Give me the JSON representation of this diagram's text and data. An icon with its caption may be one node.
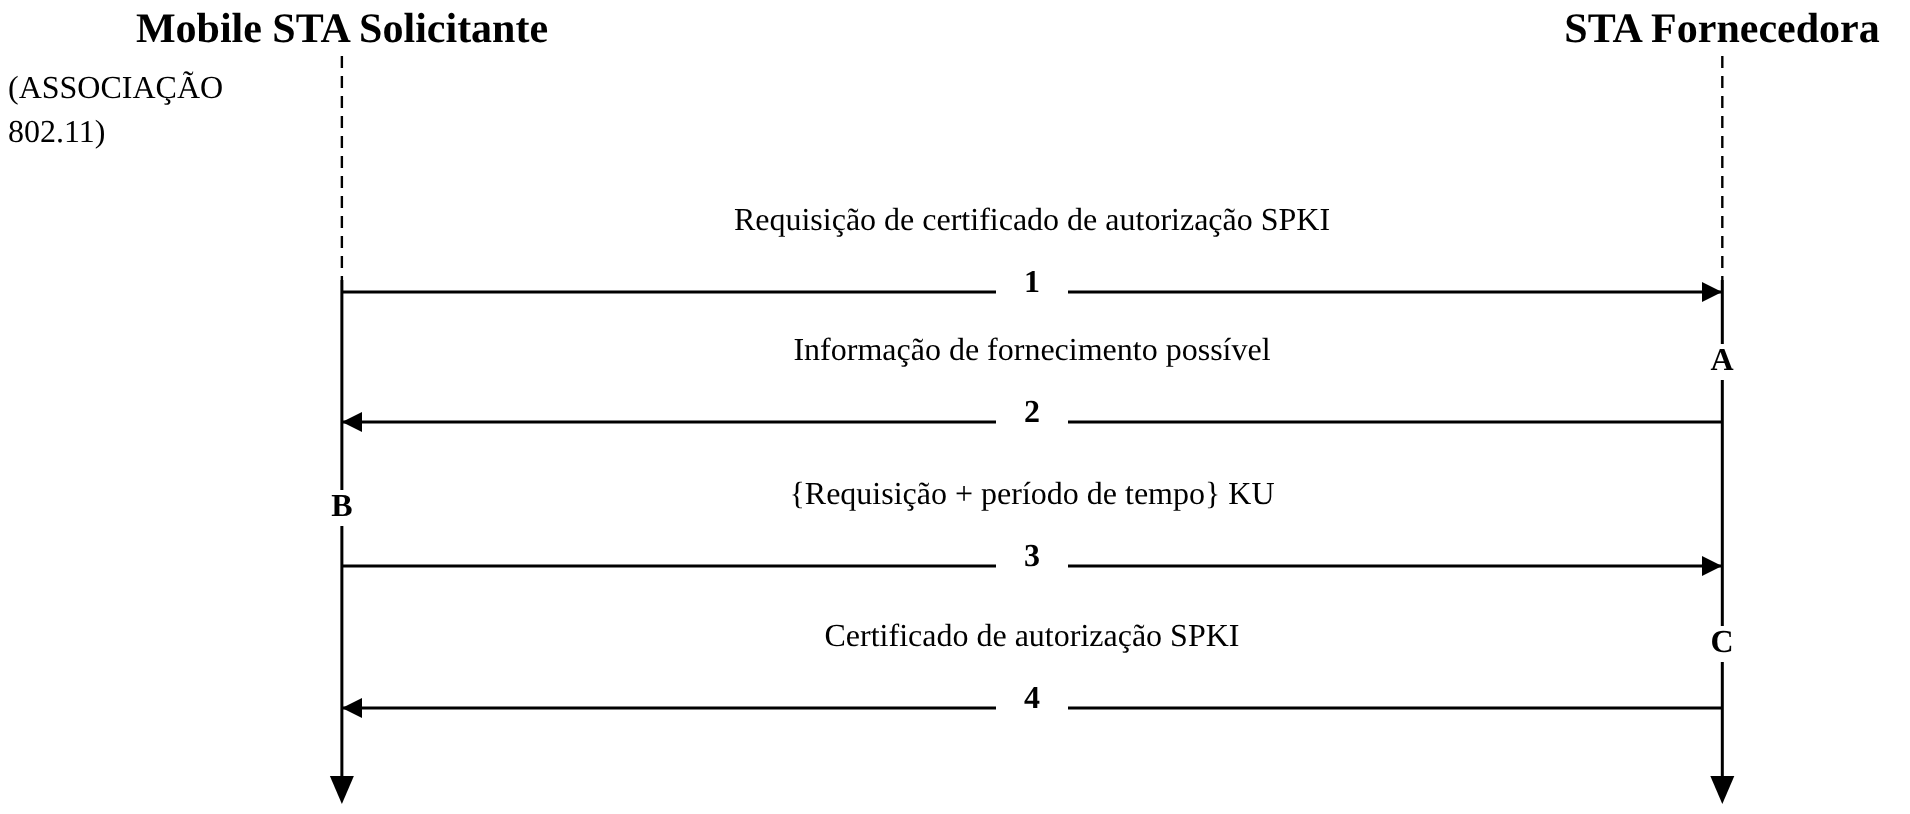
{
  "diagram": {
    "nodes": [
      {
        "text": [
          "Mobile STA Solicitante"
        ]
      },
      {
        "text": [
          "STA Fornecedora"
        ]
      }
    ],
    "edges": [
      {
        "from": 0,
        "to": 1,
        "arrow": "to",
        "label": "Requisição de certificado de autorização SPKI"
      },
      {
        "from": 1,
        "to": 0,
        "arrow": "to",
        "label": "Informação de fornecimento possível"
      },
      {
        "from": 0,
        "to": 1,
        "arrow": "to",
        "label": "{Requisição + período de tempo} KU"
      },
      {
        "from": 1,
        "to": 0,
        "arrow": "to",
        "label": "Certificado de autorização SPKI"
      }
    ],
    "labels": [
      "(ASSOCIAÇÃO 802.11)",
      "1",
      "A",
      "2",
      "B",
      "3",
      "C",
      "4"
    ]
  }
}
